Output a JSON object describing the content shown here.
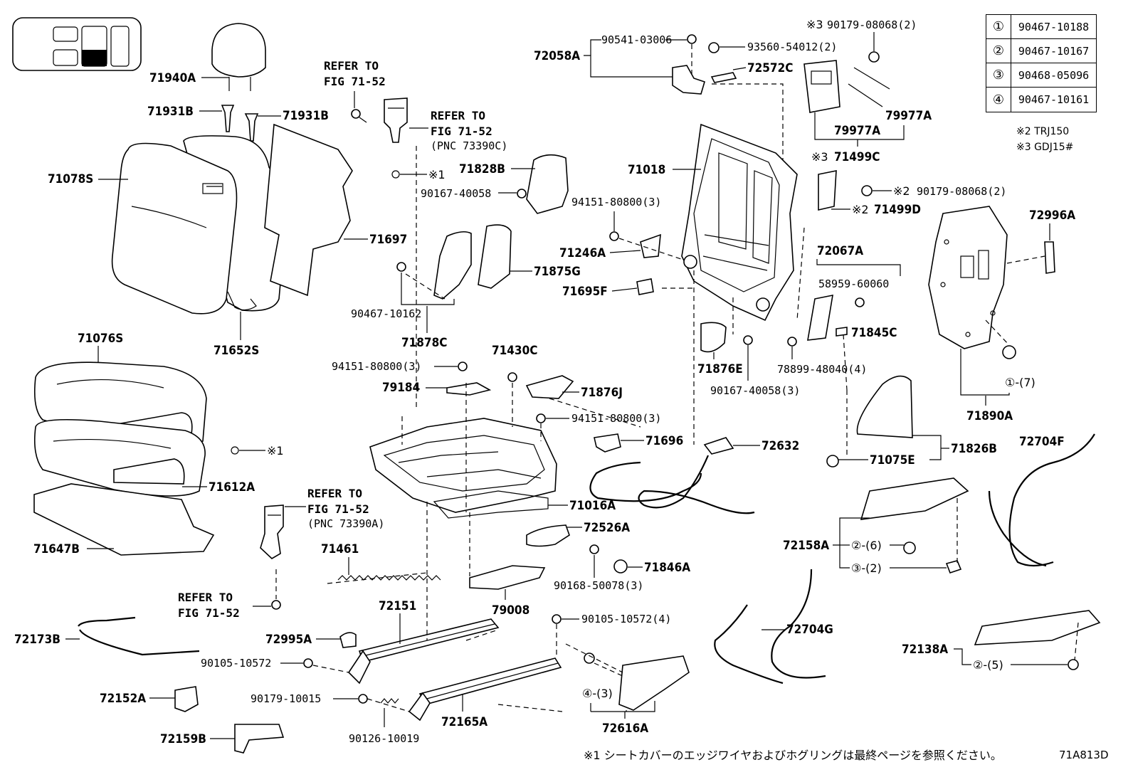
{
  "parts": {
    "p71940A": "71940A",
    "p71931B_l": "71931B",
    "p71931B_r": "71931B",
    "p71078S": "71078S",
    "p71697": "71697",
    "p71652S": "71652S",
    "p71076S": "71076S",
    "p71612A": "71612A",
    "p71647B": "71647B",
    "p71828B": "71828B",
    "p90167_40058": "90167-40058",
    "p90467_10162": "90467-10162",
    "p71875G": "71875G",
    "p71878C": "71878C",
    "p94151_a": "94151-80800(3)",
    "p71430C": "71430C",
    "p79184": "79184",
    "p71876J": "71876J",
    "p94151_b": "94151-80800(3)",
    "p71696": "71696",
    "p71016A": "71016A",
    "p72526A": "72526A",
    "p71846A": "71846A",
    "p90168_50078": "90168-50078(3)",
    "p71461": "71461",
    "p79008": "79008",
    "p72151": "72151",
    "p72995A": "72995A",
    "p90105_10572": "90105-10572",
    "p90105_10572_4": "90105-10572(4)",
    "p90179_10015": "90179-10015",
    "p90126_10019": "90126-10019",
    "p72165A": "72165A",
    "p72173B": "72173B",
    "p72152A": "72152A",
    "p72159B": "72159B",
    "p72616A": "72616A",
    "p72058A": "72058A",
    "p90541_03006": "90541-03006",
    "p93560_54012": "93560-54012(2)",
    "p72572C": "72572C",
    "p90179_08068_top": "90179-08068(2)",
    "p79977A_l": "79977A",
    "p79977A_r": "79977A",
    "p71499C": "71499C",
    "p71018": "71018",
    "p94151_c": "94151-80800(3)",
    "p71246A": "71246A",
    "p71695F": "71695F",
    "p90179_08068_mid": "90179-08068(2)",
    "p71499D": "71499D",
    "p72067A": "72067A",
    "p58959_60060": "58959-60060",
    "p71845C": "71845C",
    "p71876E": "71876E",
    "p78899_48040": "78899-48040(4)",
    "p90167_40058_3": "90167-40058(3)",
    "p72996A": "72996A",
    "p71890A": "71890A",
    "p72632": "72632",
    "p71075E": "71075E",
    "p71826B": "71826B",
    "p72704F": "72704F",
    "p72158A": "72158A",
    "p72704G": "72704G",
    "p72138A": "72138A"
  },
  "qty": {
    "q7": "①-(7)",
    "q2_6": "②-(6)",
    "q3_2": "③-(2)",
    "q2_5": "②-(5)",
    "q4_3": "④-(3)"
  },
  "marks": {
    "m1_back": "※1",
    "m1_seat": "※1",
    "m3_top": "※3",
    "m3_71499C": "※3",
    "m2_mid": "※2",
    "m2_71499D": "※2"
  },
  "refs": {
    "r1_line1": "REFER TO",
    "r1_line2": "FIG 71-52",
    "r2_line1": "REFER TO",
    "r2_line2": "FIG 71-52",
    "r2_line3": "(PNC 73390C)",
    "r3_line1": "REFER TO",
    "r3_line2": "FIG 71-52",
    "r3_line3": "(PNC 73390A)",
    "r4_line1": "REFER TO",
    "r4_line2": "FIG 71-52"
  },
  "legend": [
    {
      "key": "①",
      "value": "90467-10188"
    },
    {
      "key": "②",
      "value": "90467-10167"
    },
    {
      "key": "③",
      "value": "90468-05096"
    },
    {
      "key": "④",
      "value": "90467-10161"
    }
  ],
  "variants": {
    "v2": "※2 TRJ150",
    "v3": "※3 GDJ15#"
  },
  "footnote": "※1 シートカバーのエッジワイヤおよびホグリングは最終ページを参照ください。",
  "figure_id": "71A813D"
}
